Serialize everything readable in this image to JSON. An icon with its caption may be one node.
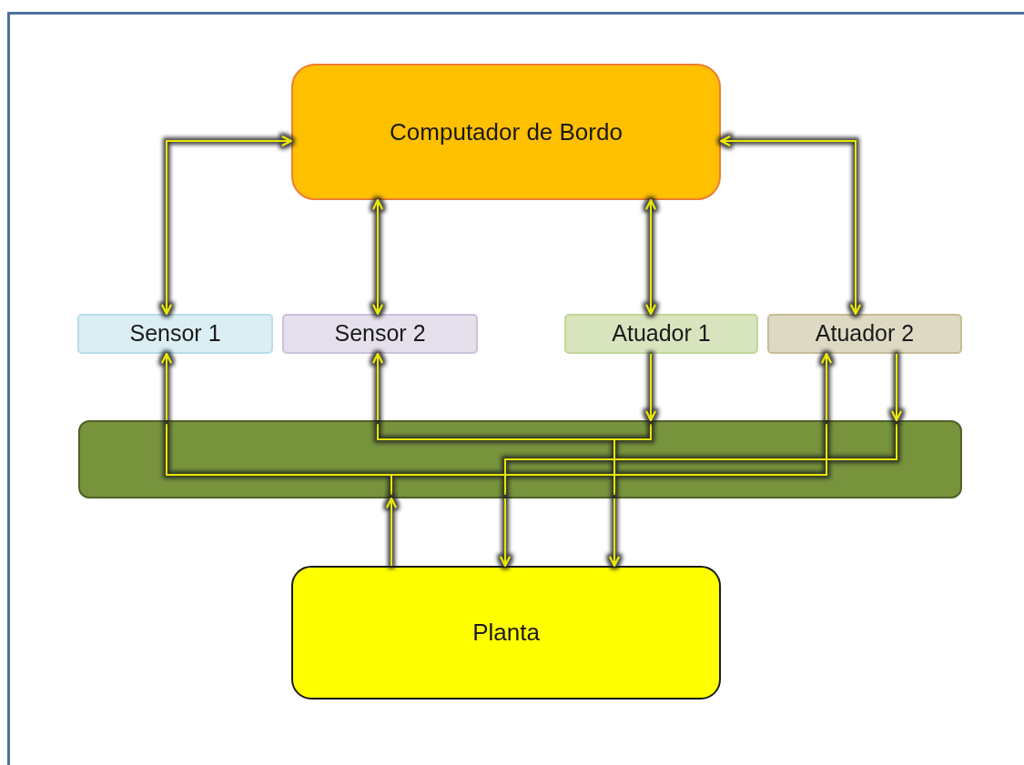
{
  "diagram": {
    "nodes": [
      {
        "text": [
          "Computador de Bordo"
        ]
      },
      {
        "text": [
          "Sensor 1"
        ]
      },
      {
        "text": [
          "Sensor 2"
        ]
      },
      {
        "text": [
          "Atuador 1"
        ]
      },
      {
        "text": [
          "Atuador 2"
        ]
      },
      {
        "text": [],
        "shape": "bar"
      },
      {
        "text": [
          "Planta"
        ]
      }
    ],
    "edges": [
      {
        "from": 0,
        "to": 1,
        "arrow": "both"
      },
      {
        "from": 0,
        "to": 2,
        "arrow": "both"
      },
      {
        "from": 0,
        "to": 3,
        "arrow": "both"
      },
      {
        "from": 0,
        "to": 4,
        "arrow": "both"
      },
      {
        "from": 5,
        "to": 1,
        "arrow": "to"
      },
      {
        "from": 5,
        "to": 2,
        "arrow": "to"
      },
      {
        "from": 3,
        "to": 5,
        "arrow": "to"
      },
      {
        "from": 5,
        "to": 4,
        "arrow": "to"
      },
      {
        "from": 4,
        "to": 5,
        "arrow": "to"
      },
      {
        "from": 6,
        "to": 5,
        "arrow": "to"
      },
      {
        "from": 5,
        "to": 6,
        "arrow": "to"
      },
      {
        "from": 5,
        "to": 6,
        "arrow": "to"
      }
    ]
  }
}
